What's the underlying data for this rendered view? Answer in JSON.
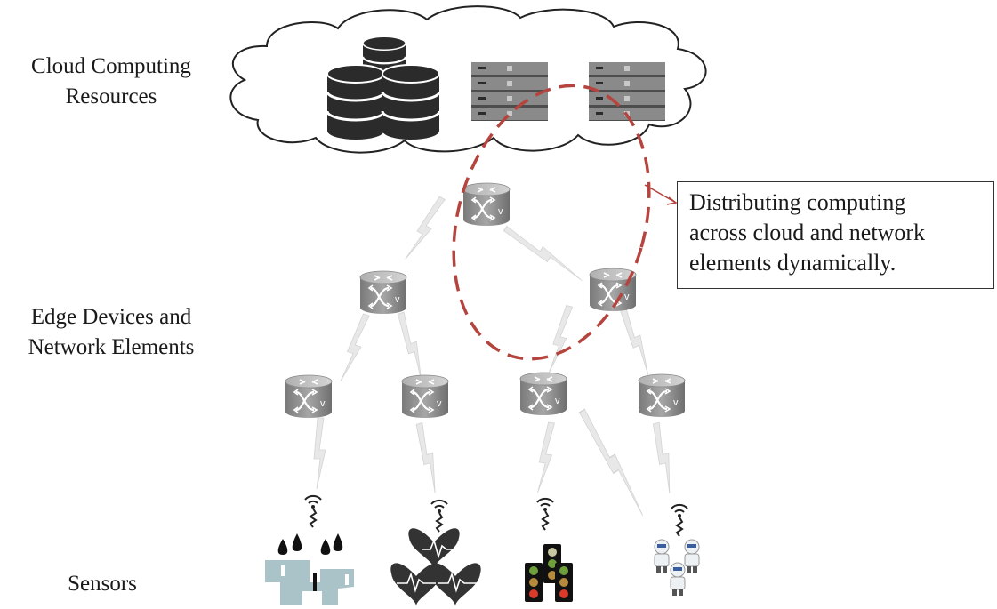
{
  "labels": {
    "cloud": [
      "Cloud Computing",
      "Resources"
    ],
    "edge": [
      "Edge Devices and",
      "Network Elements"
    ],
    "sensors": "Sensors"
  },
  "callout": [
    "Distributing computing",
    "across cloud and network",
    "elements dynamically."
  ],
  "colors": {
    "highlight_ellipse": "#b5443e",
    "router_body": "#8c8c8c",
    "link_bolt": "#d9d9d9",
    "server_rack": "#555555",
    "database": "#2b2b2b"
  },
  "icons": {
    "cloud": "cloud-icon",
    "database": "database-icon",
    "server": "server-rack-icon",
    "router": "router-icon",
    "link": "wireless-link-bolt-icon",
    "signal": "wireless-signal-icon",
    "sensor_water": "water-drop-sensor-icon",
    "sensor_heart": "heart-monitor-sensor-icon",
    "sensor_traffic": "traffic-light-sensor-icon",
    "sensor_robot": "robot-sensor-icon"
  }
}
